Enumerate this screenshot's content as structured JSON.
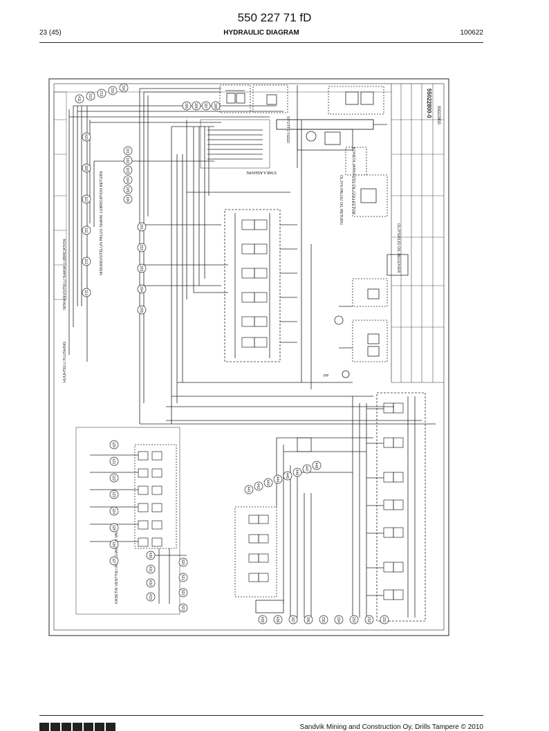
{
  "header": {
    "doc_number": "550 227 71 fD",
    "page": "23 (45)",
    "title": "HYDRAULIC DIAGRAM",
    "date": "100622"
  },
  "footer": {
    "copyright": "Sandvik Mining and Construction Oy, Drills Tampere © 2010"
  },
  "diagram": {
    "labels": {
      "flushing": "HUUHTELU FLUSHING",
      "shank_lub": "NISKANVOITELU SHANK LUBRICATION",
      "shank_lub_return": "NISKANVOITELUN PALUU SHANK LUBRICATION RETURN",
      "rod_changer": "KASETIN VENTTIILI ROD CHANGER VALVE",
      "feed": "SYOTTO FEED",
      "oil_return": "OLJYN PALUU OIL RETURN",
      "oil_collector": "KONEOLJARKASTO OIL COLLECTOR",
      "oil_receiver": "OLJYSAILIO OIL RECEIVER",
      "stab": "STAB./LASER/PE",
      "pp": "PP",
      "drawing_no": "55022800-0",
      "drawing_no_b": "55022800"
    },
    "bubbles": {
      "top": [
        "411",
        "312",
        "213",
        "315",
        "316"
      ],
      "upper_mid": [
        "305",
        "306",
        "307",
        "308"
      ],
      "left_col": [
        "423",
        "309",
        "110",
        "111",
        "112",
        "113"
      ],
      "center_col": [
        "101",
        "102",
        "103",
        "104",
        "105",
        "106"
      ],
      "center_low": [
        "201",
        "202",
        "203",
        "204",
        "205"
      ],
      "manifold": [
        "120",
        "121",
        "122",
        "123",
        "124",
        "125",
        "126",
        "127"
      ],
      "rod_left": [
        "430",
        "431",
        "432",
        "433"
      ],
      "rod_right": [
        "520",
        "521",
        "522",
        "523"
      ],
      "lower_mid": [
        "441",
        "442",
        "443",
        "444",
        "445",
        "446",
        "447",
        "448"
      ],
      "bottom": [
        "439",
        "438",
        "337",
        "336",
        "235",
        "234",
        "233",
        "232",
        "231"
      ]
    }
  }
}
